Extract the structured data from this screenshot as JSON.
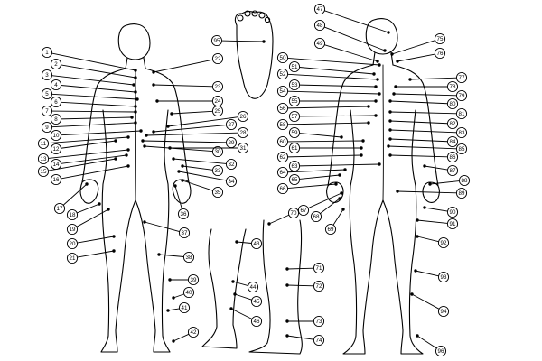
{
  "figure": {
    "description_visible_text": "",
    "points": [
      {
        "id": "1",
        "label": "1"
      },
      {
        "id": "2",
        "label": "2"
      },
      {
        "id": "3",
        "label": "3"
      },
      {
        "id": "4",
        "label": "4"
      },
      {
        "id": "5",
        "label": "5"
      },
      {
        "id": "6",
        "label": "6"
      },
      {
        "id": "7",
        "label": "7"
      },
      {
        "id": "8",
        "label": "8"
      },
      {
        "id": "9",
        "label": "9"
      },
      {
        "id": "10",
        "label": "10"
      },
      {
        "id": "11",
        "label": "11"
      },
      {
        "id": "12",
        "label": "12"
      },
      {
        "id": "13",
        "label": "13"
      },
      {
        "id": "14",
        "label": "14"
      },
      {
        "id": "15",
        "label": "15"
      },
      {
        "id": "16",
        "label": "16"
      },
      {
        "id": "17",
        "label": "17"
      },
      {
        "id": "18",
        "label": "18"
      },
      {
        "id": "19",
        "label": "19"
      },
      {
        "id": "20",
        "label": "20"
      },
      {
        "id": "21",
        "label": "21"
      },
      {
        "id": "22",
        "label": "22"
      },
      {
        "id": "23",
        "label": "23"
      },
      {
        "id": "24",
        "label": "24"
      },
      {
        "id": "25",
        "label": "25"
      },
      {
        "id": "26",
        "label": "26"
      },
      {
        "id": "27",
        "label": "27"
      },
      {
        "id": "28",
        "label": "28"
      },
      {
        "id": "29",
        "label": "29"
      },
      {
        "id": "30",
        "label": "30"
      },
      {
        "id": "31",
        "label": "31"
      },
      {
        "id": "32",
        "label": "32"
      },
      {
        "id": "33",
        "label": "33"
      },
      {
        "id": "34",
        "label": "34"
      },
      {
        "id": "35",
        "label": "35"
      },
      {
        "id": "36",
        "label": "36"
      },
      {
        "id": "37",
        "label": "37"
      },
      {
        "id": "38",
        "label": "38"
      },
      {
        "id": "39",
        "label": "39"
      },
      {
        "id": "40",
        "label": "40"
      },
      {
        "id": "41",
        "label": "41"
      },
      {
        "id": "42",
        "label": "42"
      },
      {
        "id": "43",
        "label": "43"
      },
      {
        "id": "44",
        "label": "44"
      },
      {
        "id": "45",
        "label": "45"
      },
      {
        "id": "46",
        "label": "46"
      },
      {
        "id": "47",
        "label": "47"
      },
      {
        "id": "48",
        "label": "48"
      },
      {
        "id": "49",
        "label": "49"
      },
      {
        "id": "50",
        "label": "50"
      },
      {
        "id": "51",
        "label": "51"
      },
      {
        "id": "52",
        "label": "52"
      },
      {
        "id": "53",
        "label": "53"
      },
      {
        "id": "54",
        "label": "54"
      },
      {
        "id": "55",
        "label": "55"
      },
      {
        "id": "56",
        "label": "56"
      },
      {
        "id": "57",
        "label": "57"
      },
      {
        "id": "58",
        "label": "58"
      },
      {
        "id": "59",
        "label": "59"
      },
      {
        "id": "60",
        "label": "60"
      },
      {
        "id": "61",
        "label": "61"
      },
      {
        "id": "62",
        "label": "62"
      },
      {
        "id": "63",
        "label": "63"
      },
      {
        "id": "64",
        "label": "64"
      },
      {
        "id": "65",
        "label": "65"
      },
      {
        "id": "66",
        "label": "66"
      },
      {
        "id": "67",
        "label": "67"
      },
      {
        "id": "68",
        "label": "68"
      },
      {
        "id": "69",
        "label": "69"
      },
      {
        "id": "70",
        "label": "70"
      },
      {
        "id": "71",
        "label": "71"
      },
      {
        "id": "72",
        "label": "72"
      },
      {
        "id": "73",
        "label": "73"
      },
      {
        "id": "74",
        "label": "74"
      },
      {
        "id": "75",
        "label": "75"
      },
      {
        "id": "76",
        "label": "76"
      },
      {
        "id": "77",
        "label": "77"
      },
      {
        "id": "78",
        "label": "78"
      },
      {
        "id": "79",
        "label": "79"
      },
      {
        "id": "80",
        "label": "80"
      },
      {
        "id": "81",
        "label": "81"
      },
      {
        "id": "82",
        "label": "82"
      },
      {
        "id": "83",
        "label": "83"
      },
      {
        "id": "84",
        "label": "84"
      },
      {
        "id": "85",
        "label": "85"
      },
      {
        "id": "86",
        "label": "86"
      },
      {
        "id": "87",
        "label": "87"
      },
      {
        "id": "88",
        "label": "88"
      },
      {
        "id": "89",
        "label": "89"
      },
      {
        "id": "90",
        "label": "90"
      },
      {
        "id": "91",
        "label": "91"
      },
      {
        "id": "92",
        "label": "92"
      },
      {
        "id": "93",
        "label": "93"
      },
      {
        "id": "94",
        "label": "94"
      },
      {
        "id": "95",
        "label": "95"
      },
      {
        "id": "96",
        "label": "96"
      }
    ],
    "colors": {
      "line": "#000000",
      "background": "#ffffff"
    }
  }
}
